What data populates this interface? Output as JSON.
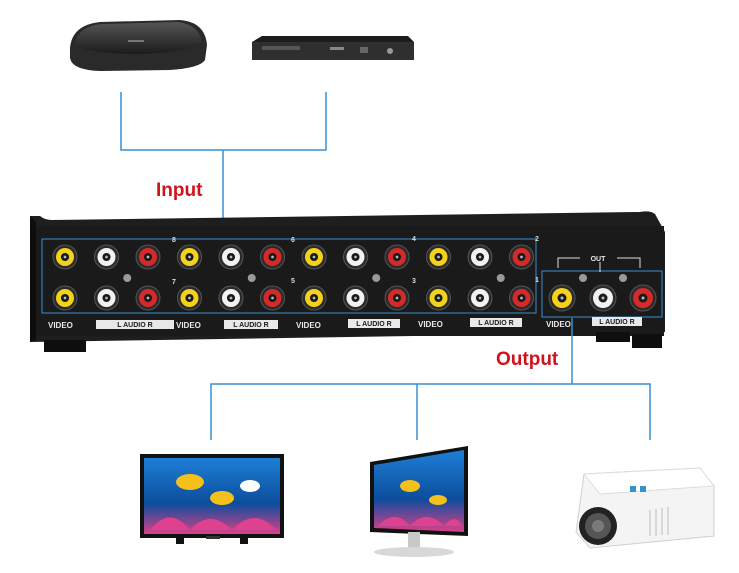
{
  "labels": {
    "input": "Input",
    "output": "Output"
  },
  "splitter": {
    "rows": {
      "top_numbers": [
        "8",
        "6",
        "4",
        "2"
      ],
      "bottom_numbers": [
        "7",
        "5",
        "3",
        "1"
      ]
    },
    "channel_labels": [
      {
        "video": "VIDEO",
        "audio": "L  AUDIO  R"
      },
      {
        "video": "VIDEO",
        "audio": "L  AUDIO  R"
      },
      {
        "video": "VIDEO",
        "audio": "L  AUDIO  R"
      },
      {
        "video": "VIDEO",
        "audio": "L  AUDIO  R"
      }
    ],
    "out_section": {
      "title": "OUT",
      "video": "VIDEO",
      "audio": "L  AUDIO  R"
    }
  },
  "colors": {
    "connector_line": "#3a8fd0",
    "label_red": "#d0121a",
    "jack_yellow": "#f2d21c",
    "jack_white": "#f2f2f2",
    "jack_red": "#d42a2a",
    "chassis": "#1a1a1a"
  },
  "devices": {
    "input": [
      "set-top-box-icon",
      "dvd-player-icon"
    ],
    "output": [
      "tv-icon",
      "monitor-icon",
      "projector-icon"
    ]
  }
}
